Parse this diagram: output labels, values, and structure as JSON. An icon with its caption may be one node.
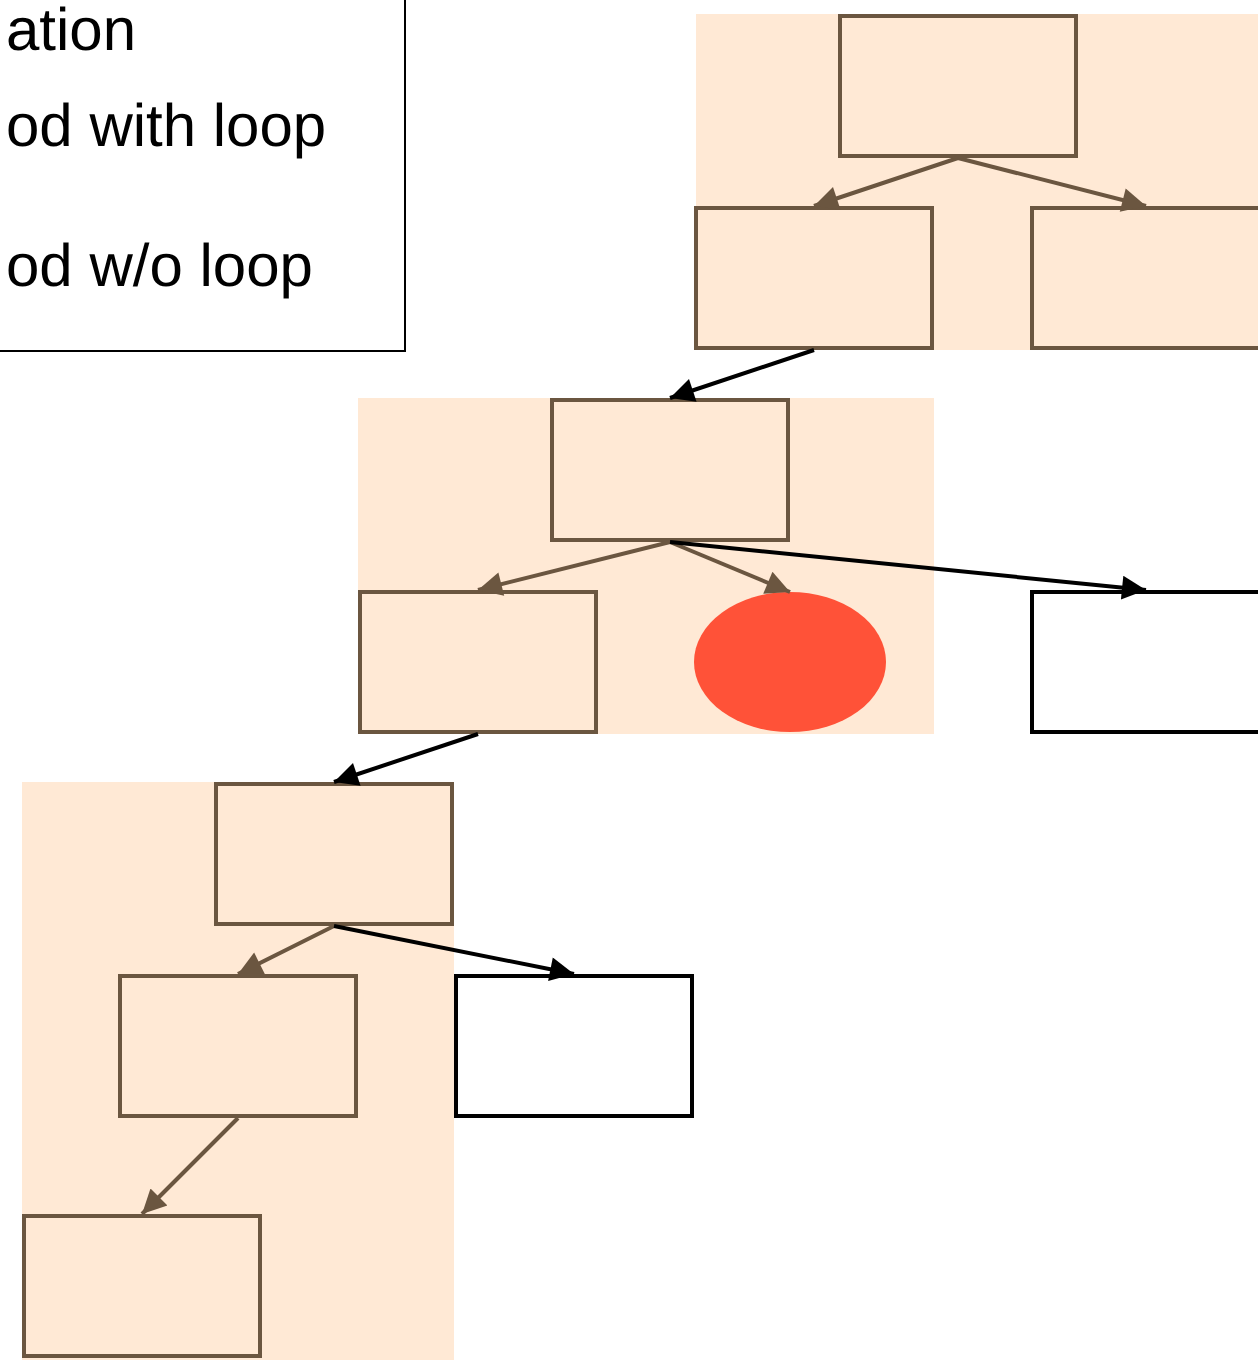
{
  "diagram": {
    "nodes": [
      {
        "text": [],
        "shape": "box"
      },
      {
        "text": [],
        "shape": "box",
        "in": 0
      },
      {
        "text": [],
        "shape": "box",
        "in": 0
      },
      {
        "text": [],
        "shape": "box",
        "in": 0
      },
      {
        "text": [],
        "shape": "box"
      },
      {
        "text": [],
        "shape": "box",
        "in": 4
      },
      {
        "text": [],
        "shape": "box",
        "in": 4
      },
      {
        "text": [],
        "shape": "circle",
        "in": 4
      },
      {
        "text": [],
        "shape": "box"
      },
      {
        "text": [],
        "shape": "box"
      },
      {
        "text": [],
        "shape": "box",
        "in": 9
      },
      {
        "text": [],
        "shape": "box",
        "in": 9
      },
      {
        "text": [],
        "shape": "box"
      },
      {
        "text": [],
        "shape": "box",
        "in": 9
      }
    ],
    "edges": [
      {
        "from": 1,
        "to": 2,
        "arrow": "to"
      },
      {
        "from": 1,
        "to": 3,
        "arrow": "to"
      },
      {
        "from": 2,
        "to": 5,
        "arrow": "to",
        "color": "#000000"
      },
      {
        "from": 5,
        "to": 6,
        "arrow": "to"
      },
      {
        "from": 5,
        "to": 7,
        "arrow": "to"
      },
      {
        "from": 5,
        "to": 8,
        "arrow": "to",
        "color": "#000000"
      },
      {
        "from": 6,
        "to": 10,
        "arrow": "to",
        "color": "#000000"
      },
      {
        "from": 10,
        "to": 11,
        "arrow": "to"
      },
      {
        "from": 10,
        "to": 12,
        "arrow": "to",
        "color": "#000000"
      },
      {
        "from": 11,
        "to": 13,
        "arrow": "to"
      }
    ],
    "labels": [
      "ation",
      "od with loop",
      "od w/o loop"
    ]
  }
}
